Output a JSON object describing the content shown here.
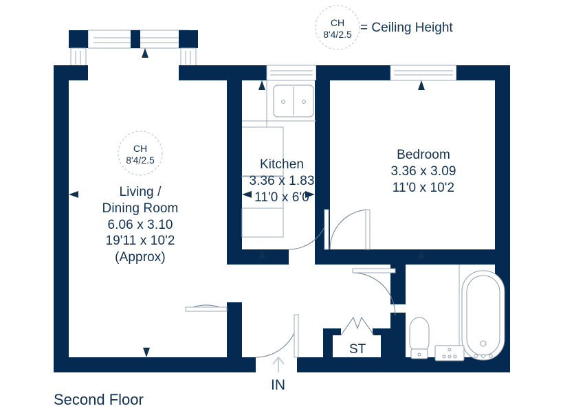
{
  "plan": {
    "floor_title": "Second Floor",
    "legend": {
      "circle_line1": "CH",
      "circle_line2": "8'4/2.5",
      "equals_text": "= Ceiling Height"
    },
    "ch_marker": {
      "line1": "CH",
      "line2": "8'4/2.5"
    },
    "entry": {
      "label": "IN"
    },
    "storage": {
      "label": "ST"
    },
    "rooms": [
      {
        "id": "living-dining",
        "name_line1": "Living /",
        "name_line2": "Dining Room",
        "metric": "6.06 x 3.10",
        "imperial": "19'11 x 10'2",
        "note": "(Approx)"
      },
      {
        "id": "kitchen",
        "name_line1": "Kitchen",
        "metric": "3.36 x 1.83",
        "imperial": "11'0 x 6'0"
      },
      {
        "id": "bedroom",
        "name_line1": "Bedroom",
        "metric": "3.36 x 3.09",
        "imperial": "11'0 x 10'2"
      }
    ],
    "colors": {
      "wall": "#042a52",
      "text": "#12314f",
      "thin_line": "#9aa8b8",
      "background": "#ffffff"
    }
  }
}
